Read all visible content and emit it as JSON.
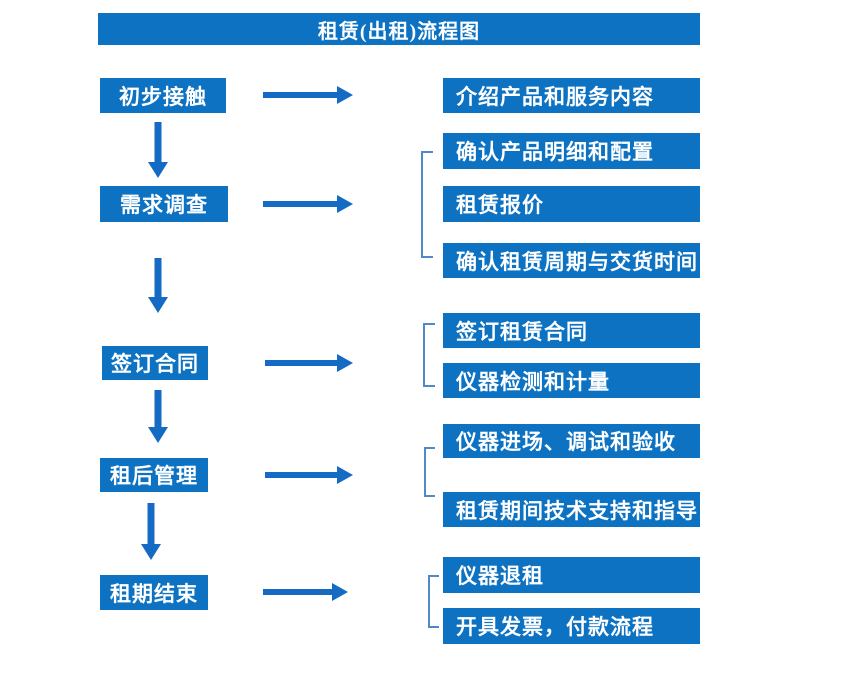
{
  "title": "租赁(出租)流程图",
  "colors": {
    "box_blue": "#0d72c2",
    "arrow_blue": "#156ac4",
    "bracket_blue": "#5088c8",
    "text_white": "#ffffff",
    "background": "#ffffff"
  },
  "flow": {
    "steps": [
      {
        "label": "初步接触",
        "details": [
          "介绍产品和服务内容"
        ]
      },
      {
        "label": "需求调查",
        "details": [
          "确认产品明细和配置",
          "租赁报价",
          "确认租赁周期与交货时间"
        ]
      },
      {
        "label": "签订合同",
        "details": [
          "签订租赁合同",
          "仪器检测和计量"
        ]
      },
      {
        "label": "租后管理",
        "details": [
          "仪器进场、调试和验收",
          "租赁期间技术支持和指导"
        ]
      },
      {
        "label": "租期结束",
        "details": [
          "仪器退租",
          "开具发票，付款流程"
        ]
      }
    ]
  }
}
